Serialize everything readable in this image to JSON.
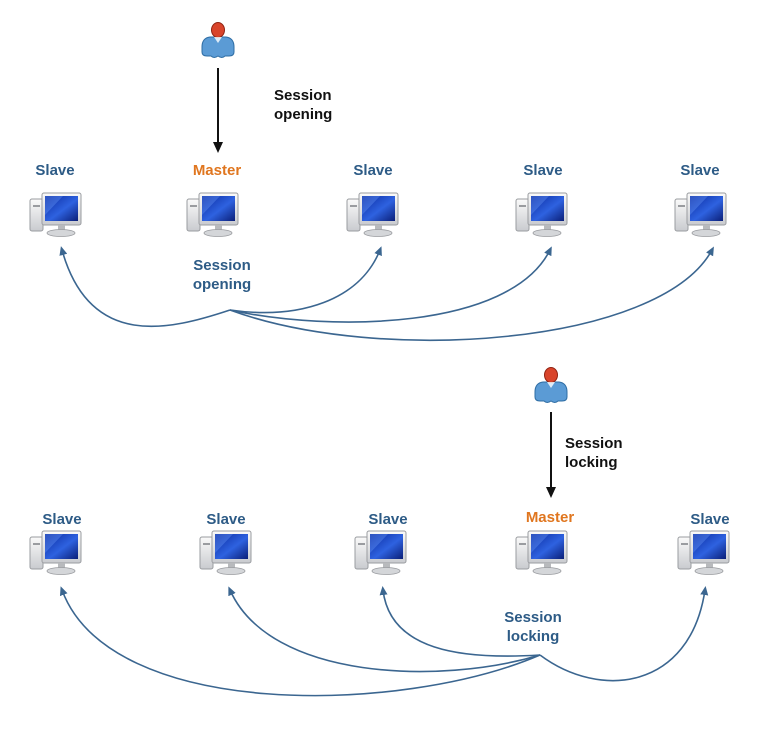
{
  "colors": {
    "slave": "#2d5b86",
    "master": "#e0761f",
    "arrow_curve": "#3b6690",
    "arrow_vertical": "#111111",
    "user_body": "#5b9bd5",
    "user_head": "#d9442b"
  },
  "icons": {
    "computer": "computer-icon",
    "user": "user-icon"
  },
  "top": {
    "user_caption": [
      "Session",
      "opening"
    ],
    "center_caption": [
      "Session",
      "opening"
    ],
    "nodes": [
      {
        "role": "Slave",
        "is_master": false
      },
      {
        "role": "Master",
        "is_master": true
      },
      {
        "role": "Slave",
        "is_master": false
      },
      {
        "role": "Slave",
        "is_master": false
      },
      {
        "role": "Slave",
        "is_master": false
      }
    ]
  },
  "bottom": {
    "user_caption": [
      "Session",
      "locking"
    ],
    "center_caption": [
      "Session",
      "locking"
    ],
    "nodes": [
      {
        "role": "Slave",
        "is_master": false
      },
      {
        "role": "Slave",
        "is_master": false
      },
      {
        "role": "Slave",
        "is_master": false
      },
      {
        "role": "Master",
        "is_master": true
      },
      {
        "role": "Slave",
        "is_master": false
      }
    ]
  }
}
